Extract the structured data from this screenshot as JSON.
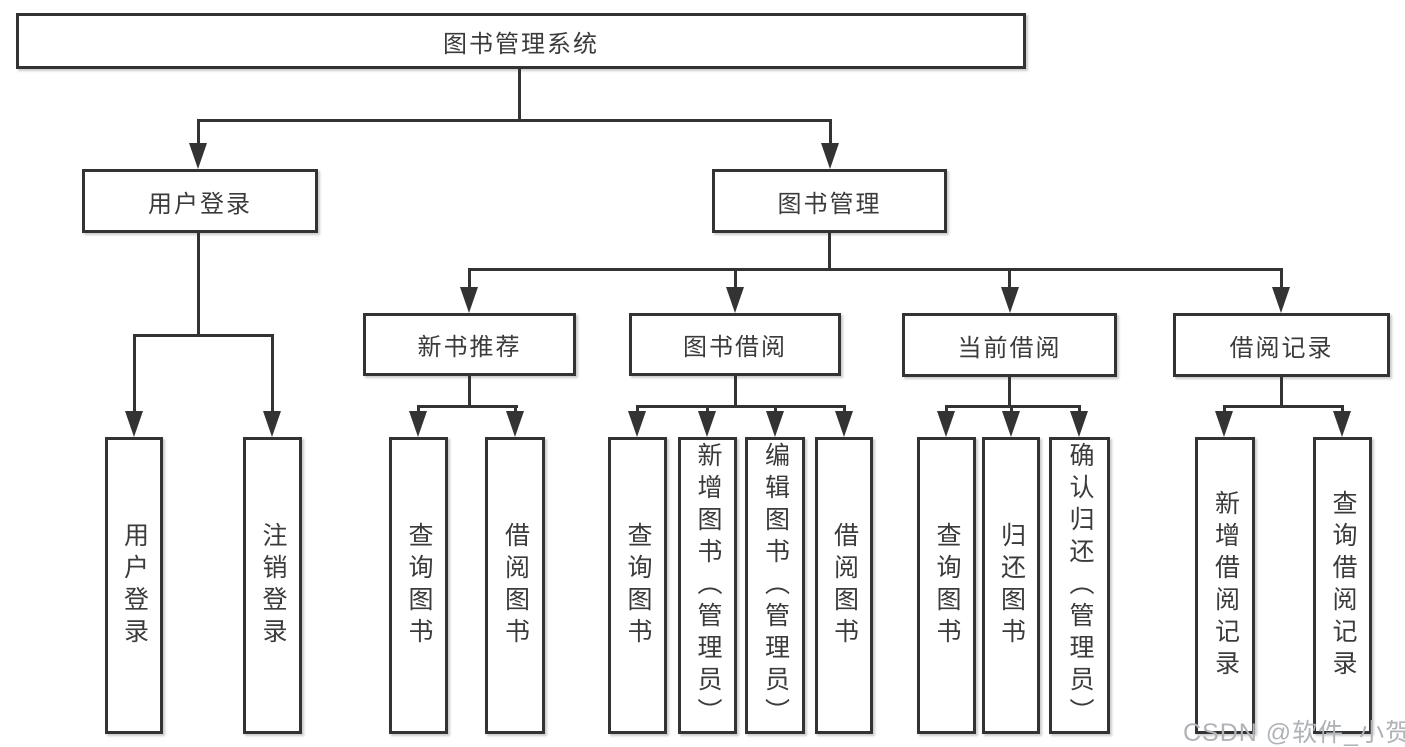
{
  "nodes": {
    "root": "图书管理系统",
    "user_login": "用户登录",
    "book_mgmt": "图书管理",
    "new_book": "新书推荐",
    "book_borrow": "图书借阅",
    "current_borrow": "当前借阅",
    "borrow_record": "借阅记录"
  },
  "leaves": {
    "user_login": [
      "用户登录",
      "注销登录"
    ],
    "new_book": [
      "查询图书",
      "借阅图书"
    ],
    "book_borrow": [
      "查询图书",
      "新增图书（管理员）",
      "编辑图书（管理员）",
      "借阅图书"
    ],
    "current_borrow": [
      "查询图书",
      "归还图书",
      "确认归还（管理员）"
    ],
    "borrow_record": [
      "新增借阅记录",
      "查询借阅记录"
    ]
  },
  "watermark": "CSDN @软件_小贺同学",
  "colors": {
    "line": "#333333",
    "text": "#3b3b3b",
    "watermark": "#b0b3b7",
    "background": "#ffffff"
  }
}
